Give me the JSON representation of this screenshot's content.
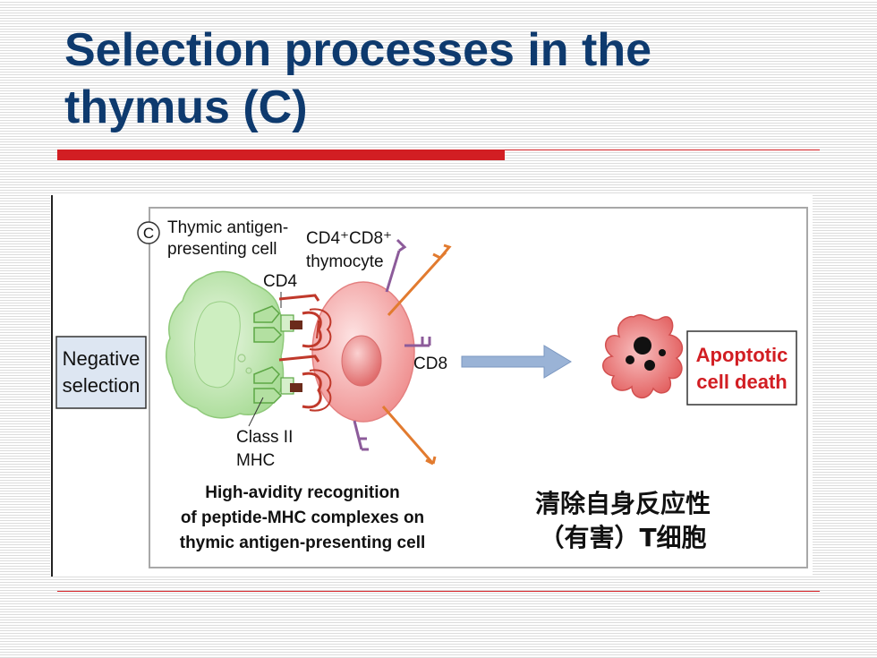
{
  "slide": {
    "title_line1": "Selection processes in the",
    "title_line2": "thymus (C)"
  },
  "figure": {
    "panel_letter": "C",
    "apc_label_line1": "Thymic antigen-",
    "apc_label_line2": "presenting cell",
    "thymocyte_label_line1": "CD4⁺CD8⁺",
    "thymocyte_label_line2": "thymocyte",
    "cd4_label": "CD4",
    "cd8_label": "CD8",
    "mhc_label_line1": "Class II",
    "mhc_label_line2": "MHC",
    "negative_selection_line1": "Negative",
    "negative_selection_line2": "selection",
    "apoptotic_line1": "Apoptotic",
    "apoptotic_line2": "cell death",
    "caption_line1": "High-avidity recognition",
    "caption_line2": "of peptide-MHC complexes on",
    "caption_line3": "thymic antigen-presenting cell",
    "chinese_line1": "清除自身反应性",
    "chinese_line2": "（有害）T细胞"
  },
  "colors": {
    "title": "#0e3a6e",
    "accent_red": "#d21e23",
    "apc_green": "#b8e3a8",
    "thymocyte_pink": "#f29c9c",
    "arrow_blue": "#9ab3d6"
  }
}
